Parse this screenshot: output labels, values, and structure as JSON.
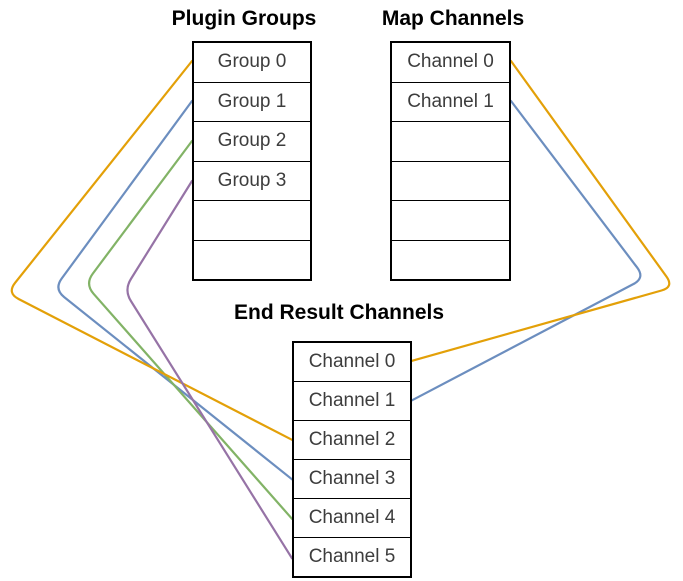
{
  "diagram": {
    "tables": [
      {
        "id": "plugin-groups",
        "title": "Plugin Groups",
        "rows": [
          "Group 0",
          "Group 1",
          "Group 2",
          "Group 3",
          "",
          ""
        ]
      },
      {
        "id": "map-channels",
        "title": "Map Channels",
        "rows": [
          "Channel 0",
          "Channel 1",
          "",
          "",
          "",
          ""
        ]
      },
      {
        "id": "end-result-channels",
        "title": "End Result Channels",
        "rows": [
          "Channel 0",
          "Channel 1",
          "Channel 2",
          "Channel 3",
          "Channel 4",
          "Channel 5"
        ]
      }
    ],
    "palette": {
      "orange": "#E3A008",
      "blue": "#6C8EBF",
      "green": "#82B366",
      "purple": "#9673A6"
    },
    "connections": [
      {
        "from_table": "plugin-groups",
        "from_row": 0,
        "to_table": "end-result-channels",
        "to_row": 2,
        "color": "orange",
        "route": "left",
        "z": 3
      },
      {
        "from_table": "plugin-groups",
        "from_row": 1,
        "to_table": "end-result-channels",
        "to_row": 3,
        "color": "blue",
        "route": "left",
        "z": 1
      },
      {
        "from_table": "plugin-groups",
        "from_row": 2,
        "to_table": "end-result-channels",
        "to_row": 4,
        "color": "green",
        "route": "left",
        "z": 2
      },
      {
        "from_table": "plugin-groups",
        "from_row": 3,
        "to_table": "end-result-channels",
        "to_row": 5,
        "color": "purple",
        "route": "left",
        "z": 4
      },
      {
        "from_table": "map-channels",
        "from_row": 0,
        "to_table": "end-result-channels",
        "to_row": 0,
        "color": "orange",
        "route": "right",
        "z": 6
      },
      {
        "from_table": "map-channels",
        "from_row": 1,
        "to_table": "end-result-channels",
        "to_row": 1,
        "color": "blue",
        "route": "right",
        "z": 5
      }
    ]
  }
}
